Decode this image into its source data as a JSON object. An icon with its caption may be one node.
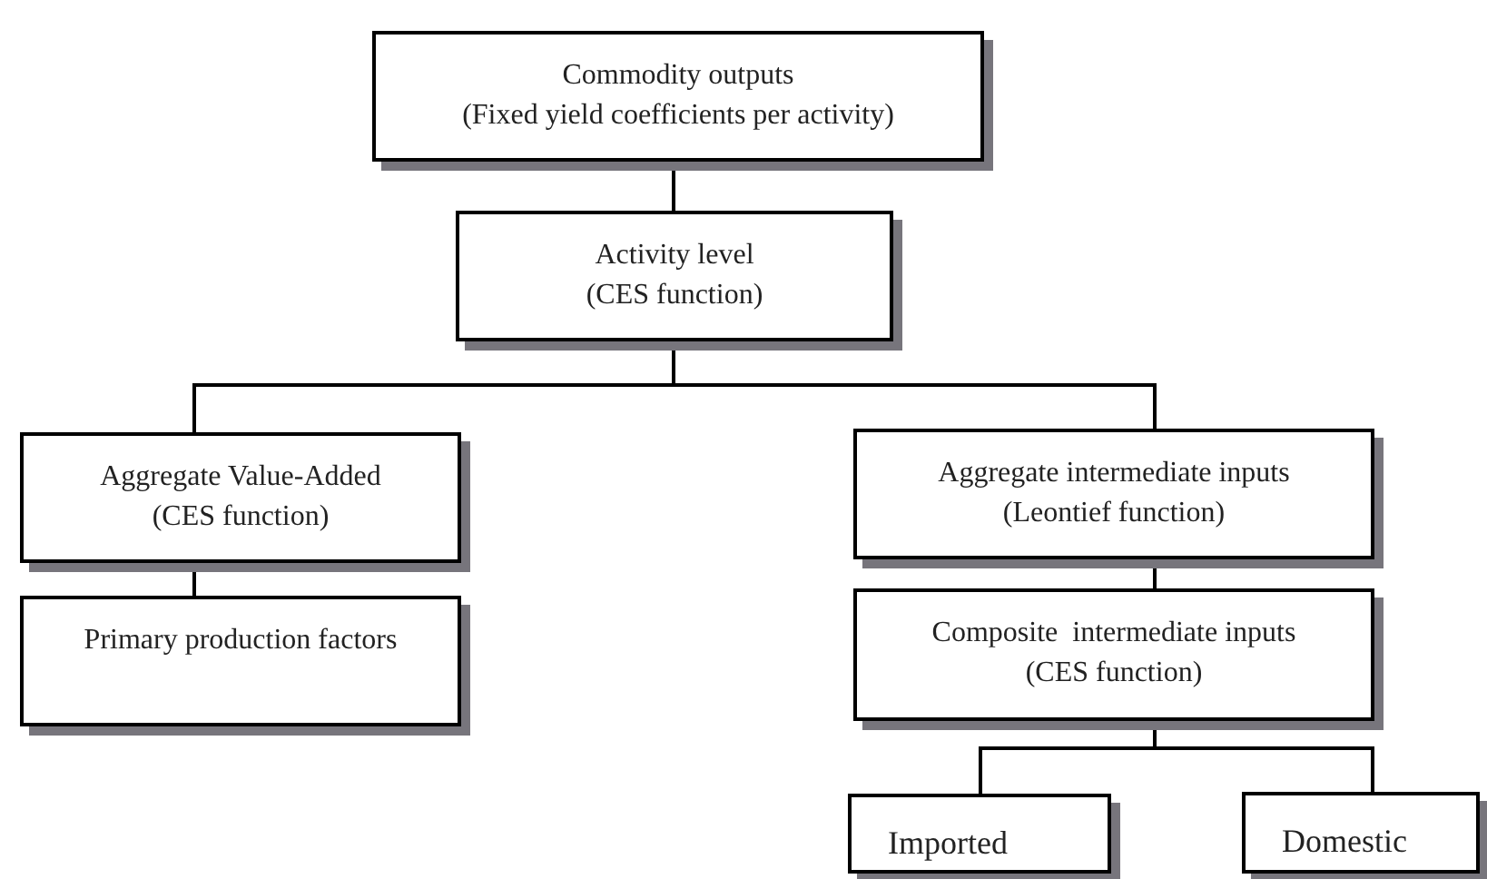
{
  "diagram": {
    "nodes": [
      {
        "text": [
          "Commodity outputs",
          "(Fixed yield coefficients per activity)"
        ]
      },
      {
        "text": [
          "Activity level",
          "(CES function)"
        ]
      },
      {
        "text": [
          "Aggregate Value-Added",
          "(CES function)"
        ]
      },
      {
        "text": [
          "Aggregate intermediate inputs",
          "(Leontief function)"
        ]
      },
      {
        "text": [
          "Primary production factors"
        ]
      },
      {
        "text": [
          "Composite  intermediate inputs",
          "(CES function)"
        ]
      },
      {
        "text": [
          "Imported"
        ]
      },
      {
        "text": [
          "Domestic"
        ]
      }
    ],
    "edges": [
      {
        "from": 0,
        "to": 1,
        "arrow": "none"
      },
      {
        "from": 1,
        "to": 2,
        "arrow": "none"
      },
      {
        "from": 1,
        "to": 3,
        "arrow": "none"
      },
      {
        "from": 2,
        "to": 4,
        "arrow": "none"
      },
      {
        "from": 3,
        "to": 5,
        "arrow": "none"
      },
      {
        "from": 5,
        "to": 6,
        "arrow": "none"
      },
      {
        "from": 5,
        "to": 7,
        "arrow": "none"
      }
    ]
  }
}
